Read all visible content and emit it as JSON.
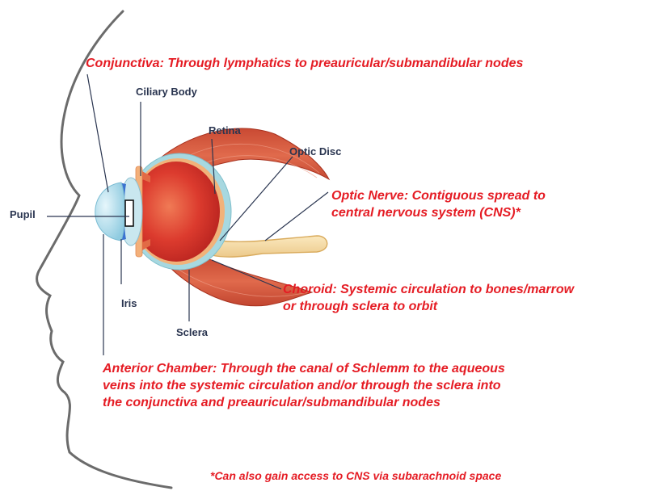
{
  "diagram": {
    "structures": {
      "ciliary_body": "Ciliary Body",
      "retina": "Retina",
      "optic_disc": "Optic Disc",
      "pupil": "Pupil",
      "iris": "Iris",
      "sclera": "Sclera"
    },
    "routes": {
      "conjunctiva": "Conjunctiva: Through lymphatics to preauricular/submandibular nodes",
      "optic_nerve": "Optic Nerve: Contiguous spread to\ncentral nervous system (CNS)*",
      "choroid": "Choroid: Systemic circulation to bones/marrow\nor through sclera to orbit",
      "anterior_chamber": "Anterior Chamber: Through the canal of Schlemm to the aqueous\nveins into the systemic circulation and/or through the sclera into\nthe conjunctiva and preauricular/submandibular nodes"
    },
    "footnote": "*Can also gain access to CNS via subarachnoid space",
    "colors": {
      "route_text": "#e51c24",
      "structure_text": "#2a3550",
      "face_outline": "#6b6b6b",
      "muscle": "#d0533b",
      "eyeball": "#d8362c",
      "sclera_rim": "#9fd3dc",
      "optic_nerve": "#f6dda6",
      "cornea": "#bfe6f2",
      "iris": "#3b72d0"
    }
  }
}
